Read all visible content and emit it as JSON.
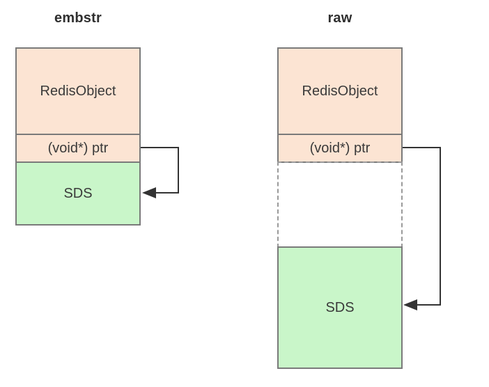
{
  "diagram": {
    "left": {
      "title": "embstr",
      "redis_object_label": "RedisObject",
      "ptr_label": "(void*) ptr",
      "sds_label": "SDS"
    },
    "right": {
      "title": "raw",
      "redis_object_label": "RedisObject",
      "ptr_label": "(void*) ptr",
      "sds_label": "SDS"
    },
    "colors": {
      "object": "#fce4d3",
      "sds": "#c9f6c9",
      "border": "#7a7a7a",
      "arrow": "#333333"
    }
  }
}
